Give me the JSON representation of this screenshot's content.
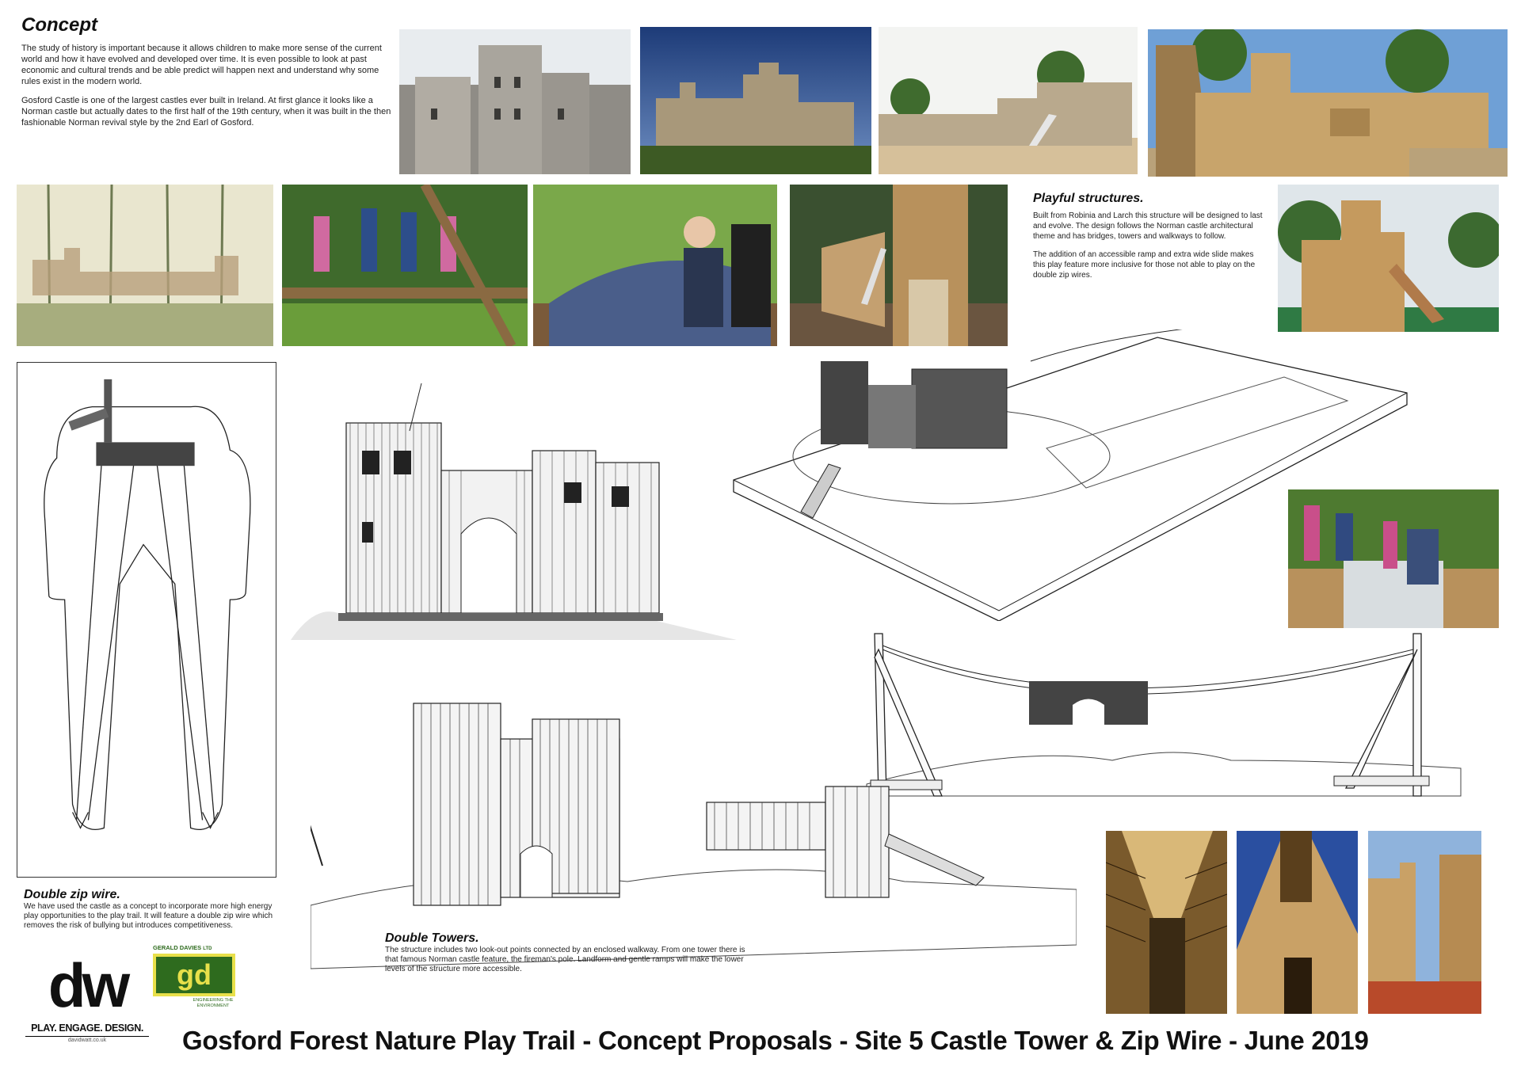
{
  "concept": {
    "heading": "Concept",
    "paragraphs": [
      "The study of history is important because it allows children to make more sense of the current world and how it have evolved and developed over time. It is even possible to look at past economic and cultural trends and be able predict will happen next and understand why some rules exist in the modern world.",
      "Gosford Castle is one of the largest castles ever built in Ireland. At first glance it looks like a Norman castle but actually dates to the first half of the 19th century, when it was built in the then fashionable Norman revival style by the 2nd Earl of Gosford."
    ]
  },
  "playful": {
    "heading": "Playful structures.",
    "paragraphs": [
      "Built from Robinia and Larch this structure will be designed to last and evolve. The design follows the Norman castle architectural theme and has bridges, towers and walkways to follow.",
      "The addition of an accessible ramp and extra wide slide makes this play feature more inclusive for those not able to play on the double zip wires."
    ]
  },
  "zipwire": {
    "heading": "Double zip wire.",
    "body": "We have used the castle as a concept to incorporate more high energy play opportunities to the play trail. It will feature a double zip wire which removes the risk of bullying but introduces competitiveness."
  },
  "towers": {
    "heading": "Double Towers.",
    "body": "The structure includes two look-out points connected by an enclosed walkway. From one tower there is that famous Norman castle feature, the fireman's pole. Landform and gentle ramps will make the lower levels of the structure more accessible."
  },
  "logos": {
    "dw": {
      "mark": "dw",
      "tagline": "PLAY. ENGAGE. DESIGN.",
      "url": "davidwatt.co.uk"
    },
    "gd": {
      "name": "GERALD DAVIES",
      "ltd": "LTD",
      "mark": "gd",
      "tagline": "ENGINEERING THE ENVIRONMENT",
      "green": "#2e6b1e",
      "yellow": "#e8e04a"
    }
  },
  "footer": {
    "title": "Gosford Forest Nature Play Trail - Concept Proposals - Site 5 Castle Tower & Zip Wire - June 2019"
  }
}
